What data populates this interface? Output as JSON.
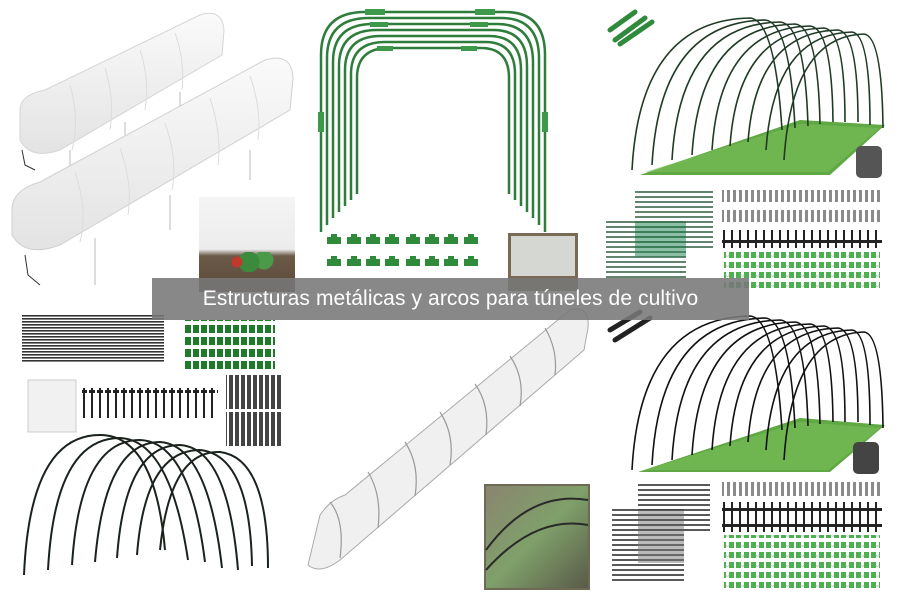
{
  "title": "Estructuras metálicas y arcos para túneles de cultivo",
  "colors": {
    "banner_bg": "#787878",
    "banner_text": "#ffffff",
    "arch_green": "#2e7d3a",
    "clip_green": "#3aa63a",
    "dark_hoop": "#1f2a22",
    "cover_white": "#f2f2f2"
  },
  "images": [
    {
      "id": "white-tunnel-covers",
      "label": "Two white fleece tunnel covers"
    },
    {
      "id": "green-arch-frames",
      "label": "Green metal arch frames with clips"
    },
    {
      "id": "hoops-over-lettuce-green",
      "label": "Hoop tunnel over lettuce bed with accessories"
    },
    {
      "id": "black-hoops-kit",
      "label": "Black hoops kit with stakes and clips"
    },
    {
      "id": "long-mesh-tunnel",
      "label": "Long mesh tunnel with inset photo"
    },
    {
      "id": "hoops-over-lettuce-black",
      "label": "Black hoop tunnel over lettuce bed with accessories"
    }
  ]
}
